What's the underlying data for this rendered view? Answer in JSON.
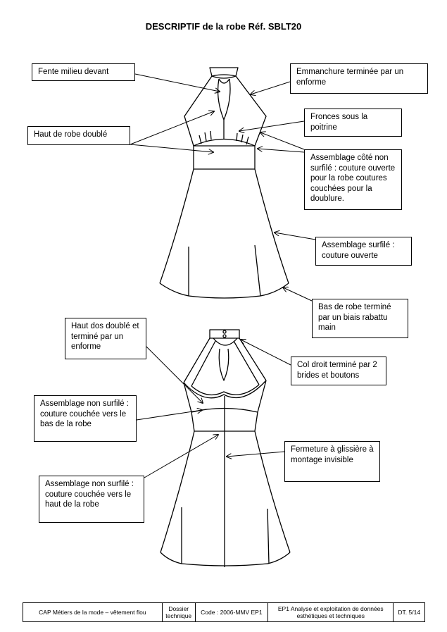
{
  "title": "DESCRIPTIF de la robe Réf. SBLT20",
  "labels": {
    "fente": "Fente milieu devant",
    "haut_robe": "Haut de robe doublé",
    "emmanchure": "Emmanchure terminée par un enforme",
    "fronces": "Fronces sous la poitrine",
    "assemblage_cote": "Assemblage côté non surfilé : couture ouverte pour la robe coutures couchées pour la doublure.",
    "assemblage_surfile": "Assemblage surfilé : couture ouverte",
    "bas_robe": "Bas de robe terminé par un biais rabattu main",
    "haut_dos": "Haut dos doublé et terminé par un enforme",
    "col_droit": "Col droit terminé par 2 brides et boutons",
    "assemblage_bas": "Assemblage non surfilé : couture couchée vers le bas de la robe",
    "fermeture": "Fermeture à glissière à montage invisible",
    "assemblage_haut": "Assemblage non surfilé : couture couchée vers le haut de la robe"
  },
  "footer": {
    "diploma": "CAP Métiers de la mode – vêtement flou",
    "dossier": "Dossier technique",
    "code": "Code : 2006-MMV EP1",
    "epreuve": "EP1  Analyse et exploitation de données esthétiques et techniques",
    "page": "DT. 5/14"
  }
}
